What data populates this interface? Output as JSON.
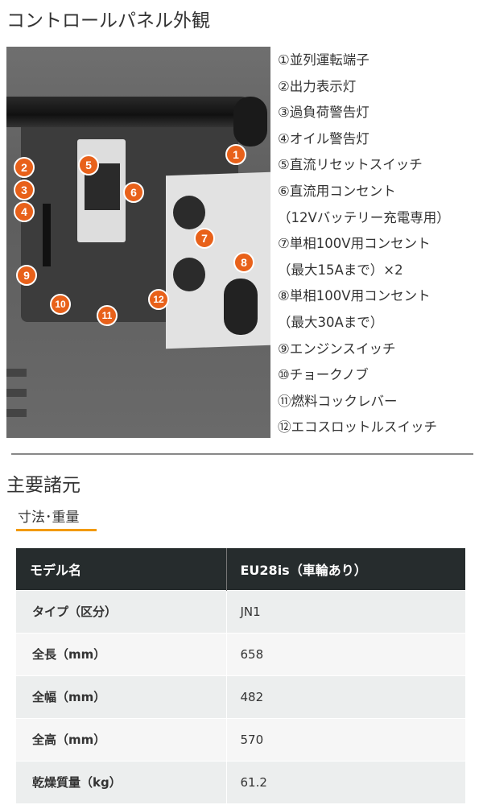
{
  "title": "コントロールパネル外観",
  "badges": [
    "1",
    "2",
    "3",
    "4",
    "5",
    "6",
    "7",
    "8",
    "9",
    "10",
    "11",
    "12"
  ],
  "features": [
    "①並列運転端子",
    "②出力表示灯",
    "③過負荷警告灯",
    "④オイル警告灯",
    "⑤直流リセットスイッチ",
    "⑥直流用コンセント",
    "（12Vバッテリー充電専用）",
    "⑦単相100V用コンセント",
    "（最大15Aまで）×2",
    "⑧単相100V用コンセント",
    "（最大30Aまで）",
    "⑨エンジンスイッチ",
    "⑩チョークノブ",
    "⑪燃料コックレバー",
    "⑫エコスロットルスイッチ"
  ],
  "specs_heading": "主要諸元",
  "subheading": "寸法･重量",
  "table": {
    "header": [
      "モデル名",
      "EU28is（車輪あり）"
    ],
    "rows": [
      [
        "タイプ（区分）",
        "JN1"
      ],
      [
        "全長（mm）",
        "658"
      ],
      [
        "全幅（mm）",
        "482"
      ],
      [
        "全高（mm）",
        "570"
      ],
      [
        "乾燥質量（kg）",
        "61.2"
      ]
    ]
  },
  "colors": {
    "badge": "#e8611a",
    "accent": "#f29a00",
    "table_header": "#262c2d"
  }
}
